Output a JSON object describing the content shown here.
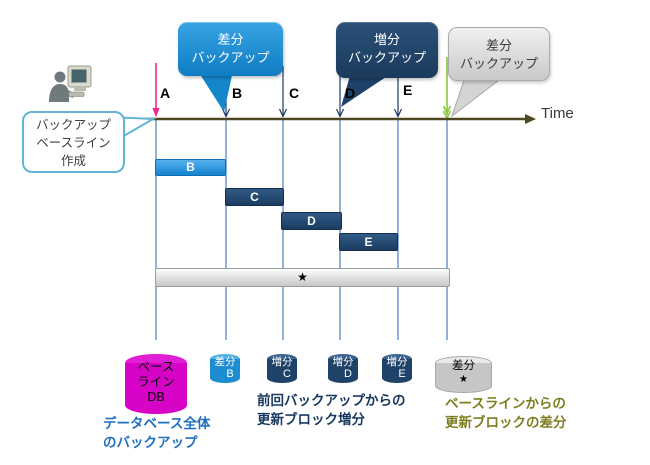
{
  "diagram": {
    "title_context": "backup-strategy-timeline",
    "operator_callout": {
      "line1": "バックアップ",
      "line2": "ベースライン",
      "line3": "作成"
    },
    "bubbles": {
      "differential1": {
        "line1": "差分",
        "line2": "バックアップ"
      },
      "incremental": {
        "line1": "増分",
        "line2": "バックアップ"
      },
      "differential2": {
        "line1": "差分",
        "line2": "バックアップ"
      }
    },
    "timeline": {
      "label": "Time",
      "tick_a": "A",
      "tick_b": "B",
      "tick_c": "C",
      "tick_d": "D",
      "tick_e": "E"
    },
    "bars": {
      "b": "B",
      "c": "C",
      "d": "D",
      "e": "E",
      "star": "★"
    },
    "cylinders": {
      "baseline": {
        "line1": "ベース",
        "line2": "ライン",
        "line3": "DB"
      },
      "diff_b": {
        "line1": "差分",
        "line2": "B"
      },
      "incr_c": {
        "line1": "増分",
        "line2": "C"
      },
      "incr_d": {
        "line1": "増分",
        "line2": "D"
      },
      "incr_e": {
        "line1": "増分",
        "line2": "E"
      },
      "diff_star": {
        "line1": "差分",
        "line2": "★"
      }
    },
    "captions": {
      "full_backup": {
        "line1": "データベース全体",
        "line2": "のバックアップ"
      },
      "incremental_note": {
        "line1": "前回バックアップからの",
        "line2": "更新ブロック増分"
      },
      "differential_note": {
        "line1": "ベースラインからの",
        "line2": "更新ブロックの差分"
      }
    },
    "colors": {
      "bubble_blue": "#1b8fd6",
      "bubble_navy": "#1f4268",
      "bubble_gray": "#d9d9d9",
      "timeline_line": "#4e4921",
      "vertical_line_blue": "#4a7eba",
      "arrow_navy": "#1f3864",
      "arrow_pink": "#ed2e8d",
      "arrow_green": "#8cc63e",
      "bar_light_blue": "#1e8fd0",
      "bar_navy": "#1f4268",
      "bar_gray": "#d9d9d9",
      "cylinder_magenta": "#d602c6",
      "caption_blue": "#1f6fc0",
      "caption_navy": "#17375e",
      "caption_olive": "#7d7d21"
    }
  }
}
